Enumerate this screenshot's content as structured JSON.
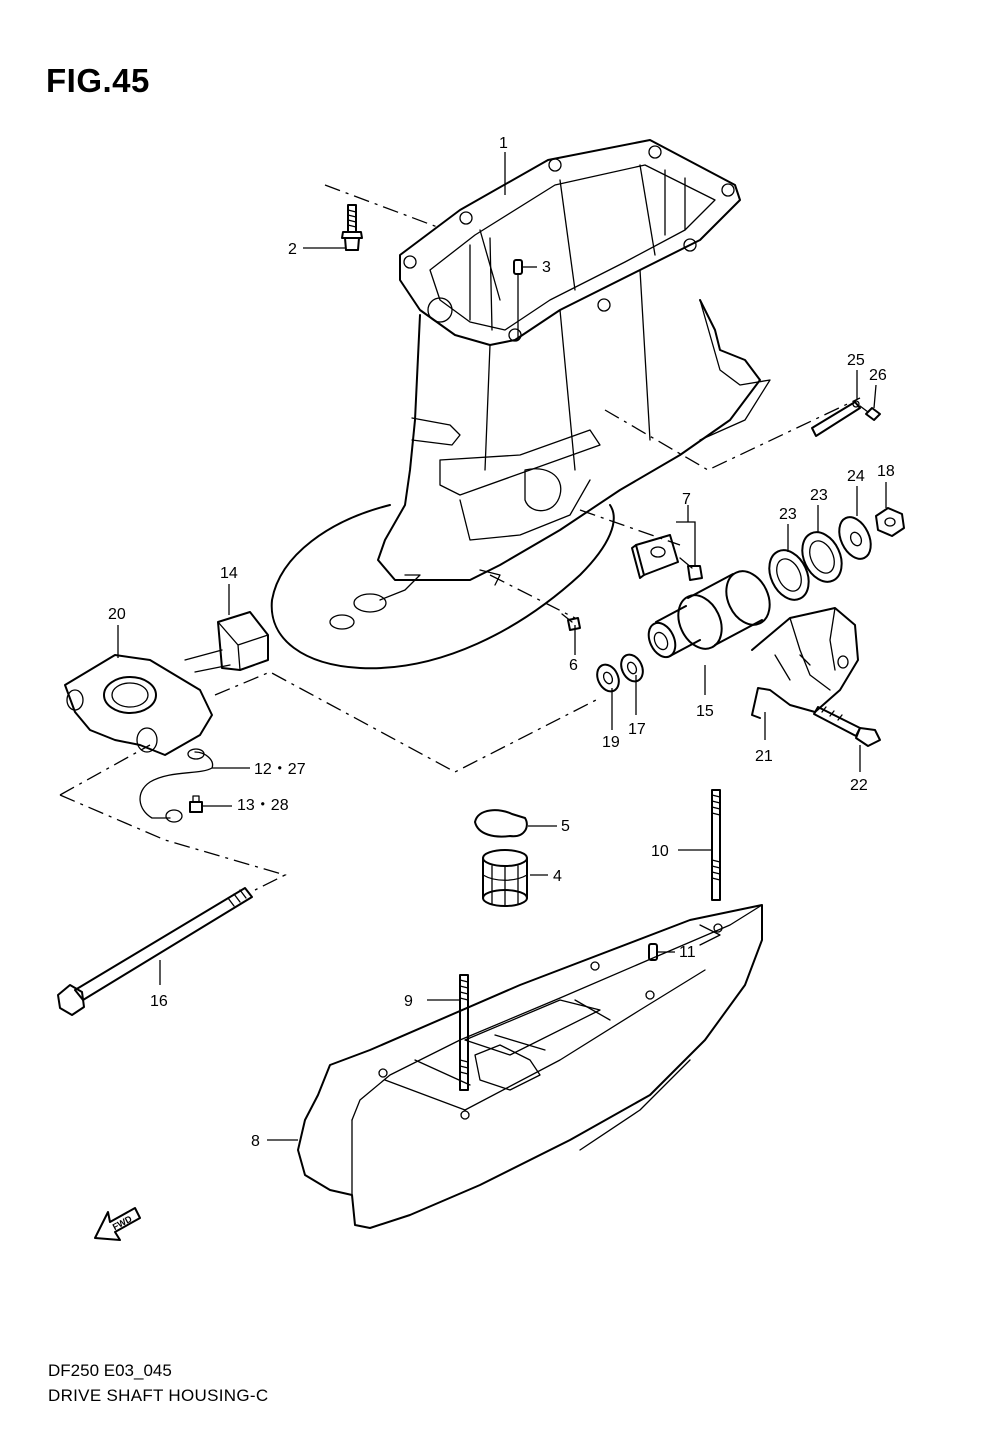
{
  "figure": {
    "title": "FIG.45",
    "model_code": "DF250 E03_045",
    "diagram_title": "DRIVE SHAFT HOUSING-C",
    "fwd_label": "FWD"
  },
  "callouts": [
    {
      "id": "1",
      "label": "1"
    },
    {
      "id": "2",
      "label": "2"
    },
    {
      "id": "3",
      "label": "3"
    },
    {
      "id": "4",
      "label": "4"
    },
    {
      "id": "5",
      "label": "5"
    },
    {
      "id": "6",
      "label": "6"
    },
    {
      "id": "7",
      "label": "7"
    },
    {
      "id": "8",
      "label": "8"
    },
    {
      "id": "9",
      "label": "9"
    },
    {
      "id": "10",
      "label": "10"
    },
    {
      "id": "11",
      "label": "11"
    },
    {
      "id": "12-27",
      "label": "12・27"
    },
    {
      "id": "13-28",
      "label": "13・28"
    },
    {
      "id": "14",
      "label": "14"
    },
    {
      "id": "15",
      "label": "15"
    },
    {
      "id": "16",
      "label": "16"
    },
    {
      "id": "17",
      "label": "17"
    },
    {
      "id": "18",
      "label": "18"
    },
    {
      "id": "19",
      "label": "19"
    },
    {
      "id": "20",
      "label": "20"
    },
    {
      "id": "21",
      "label": "21"
    },
    {
      "id": "22",
      "label": "22"
    },
    {
      "id": "23a",
      "label": "23"
    },
    {
      "id": "23b",
      "label": "23"
    },
    {
      "id": "24",
      "label": "24"
    },
    {
      "id": "25",
      "label": "25"
    },
    {
      "id": "26",
      "label": "26"
    }
  ]
}
